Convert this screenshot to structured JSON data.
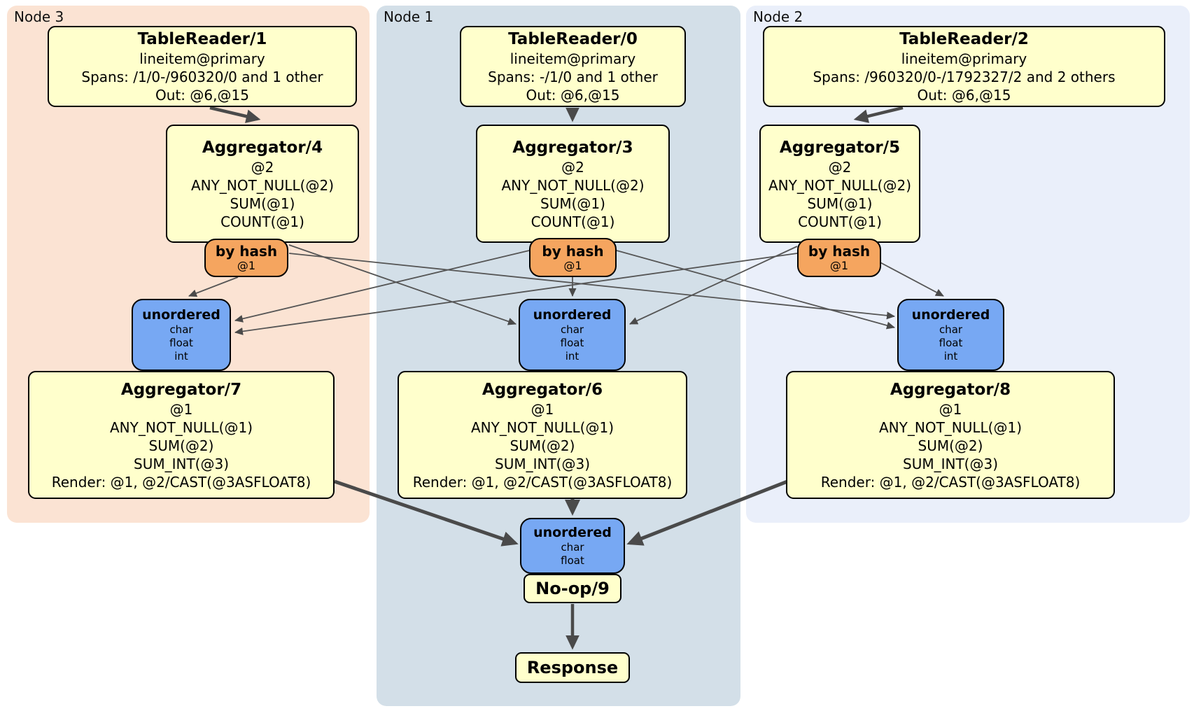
{
  "regions": {
    "node3": {
      "label": "Node 3"
    },
    "node1": {
      "label": "Node 1"
    },
    "node2": {
      "label": "Node 2"
    }
  },
  "boxes": {
    "tr1": {
      "title": "TableReader/1",
      "lines": [
        "lineitem@primary",
        "Spans: /1/0-/960320/0 and 1 other",
        "Out: @6,@15"
      ]
    },
    "tr0": {
      "title": "TableReader/0",
      "lines": [
        "lineitem@primary",
        "Spans: -/1/0 and 1 other",
        "Out: @6,@15"
      ]
    },
    "tr2": {
      "title": "TableReader/2",
      "lines": [
        "lineitem@primary",
        "Spans: /960320/0-/1792327/2 and 2 others",
        "Out: @6,@15"
      ]
    },
    "ag4": {
      "title": "Aggregator/4",
      "lines": [
        "@2",
        "ANY_NOT_NULL(@2)",
        "SUM(@1)",
        "COUNT(@1)"
      ]
    },
    "ag3": {
      "title": "Aggregator/3",
      "lines": [
        "@2",
        "ANY_NOT_NULL(@2)",
        "SUM(@1)",
        "COUNT(@1)"
      ]
    },
    "ag5": {
      "title": "Aggregator/5",
      "lines": [
        "@2",
        "ANY_NOT_NULL(@2)",
        "SUM(@1)",
        "COUNT(@1)"
      ]
    },
    "ag7": {
      "title": "Aggregator/7",
      "lines": [
        "@1",
        "ANY_NOT_NULL(@1)",
        "SUM(@2)",
        "SUM_INT(@3)",
        "Render: @1, @2/CAST(@3ASFLOAT8)"
      ]
    },
    "ag6": {
      "title": "Aggregator/6",
      "lines": [
        "@1",
        "ANY_NOT_NULL(@1)",
        "SUM(@2)",
        "SUM_INT(@3)",
        "Render: @1, @2/CAST(@3ASFLOAT8)"
      ]
    },
    "ag8": {
      "title": "Aggregator/8",
      "lines": [
        "@1",
        "ANY_NOT_NULL(@1)",
        "SUM(@2)",
        "SUM_INT(@3)",
        "Render: @1, @2/CAST(@3ASFLOAT8)"
      ]
    },
    "noop": {
      "title": "No-op/9"
    },
    "response": {
      "title": "Response"
    }
  },
  "routers": {
    "bh4": {
      "title": "by hash",
      "detail": "@1"
    },
    "bh3": {
      "title": "by hash",
      "detail": "@1"
    },
    "bh5": {
      "title": "by hash",
      "detail": "@1"
    }
  },
  "syncs": {
    "un7": {
      "title": "unordered",
      "lines": [
        "char",
        "float",
        "int"
      ]
    },
    "un6": {
      "title": "unordered",
      "lines": [
        "char",
        "float",
        "int"
      ]
    },
    "un8": {
      "title": "unordered",
      "lines": [
        "char",
        "float",
        "int"
      ]
    },
    "unb": {
      "title": "unordered",
      "lines": [
        "char",
        "float"
      ]
    }
  },
  "colors": {
    "node3_bg": "#fbe3d3",
    "node1_bg": "#d3dfe8",
    "node2_bg": "#eaeffa",
    "processor_bg": "#ffffcc",
    "router_bg": "#f5a55f",
    "sync_bg": "#77a8f3",
    "edge": "#4a4a4a"
  }
}
